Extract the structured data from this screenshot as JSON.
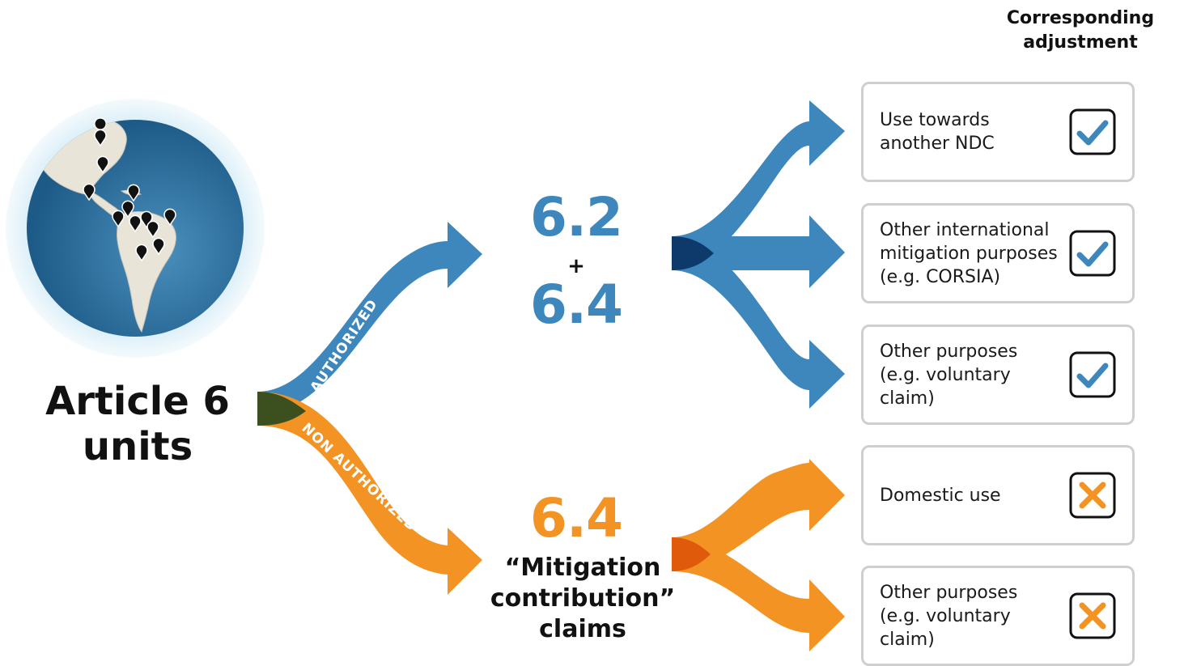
{
  "header": {
    "adjustment_label": "Corresponding adjustment"
  },
  "origin": {
    "title": "Article 6 units",
    "globe_icon": "globe-americas-with-location-pins"
  },
  "branches": {
    "authorized": {
      "label": "AUTHORIZED",
      "color": "#3d87bd"
    },
    "non_authorized": {
      "label": "NON AUTHORIZED",
      "color": "#f29324"
    }
  },
  "authorized_target": {
    "top": "6.2",
    "plus": "+",
    "bottom": "6.4",
    "color": "#3d87bd"
  },
  "non_authorized_target": {
    "number": "6.4",
    "claim": "“Mitigation contribution” claims",
    "color": "#f29324"
  },
  "outcomes": [
    {
      "text": "Use towards\nanother NDC",
      "adjustment": "check",
      "icon": "check-icon"
    },
    {
      "text": "Other international\nmitigation purposes\n(e.g. CORSIA)",
      "adjustment": "check",
      "icon": "check-icon"
    },
    {
      "text": "Other purposes\n(e.g. voluntary\nclaim)",
      "adjustment": "check",
      "icon": "check-icon"
    },
    {
      "text": "Domestic use",
      "adjustment": "cross",
      "icon": "cross-icon"
    },
    {
      "text": "Other purposes\n(e.g. voluntary\nclaim)",
      "adjustment": "cross",
      "icon": "cross-icon"
    }
  ],
  "colors": {
    "check": "#3d87bd",
    "cross": "#f29324",
    "overlap_dark_blue": "#0e3a6b",
    "overlap_dark_orange": "#e05a0c",
    "origin_overlap": "#3c4f1f"
  }
}
